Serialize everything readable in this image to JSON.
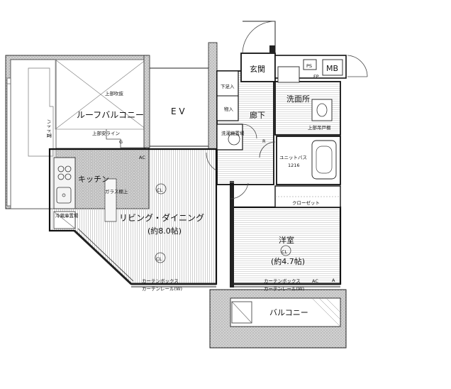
{
  "labels": {
    "roof_balcony": "ルーフバルコニー",
    "upper_atrium": "上部吹抜",
    "ev": "E V",
    "hatch": "ハトド置",
    "upper_safety_line": "上部安ライン",
    "entrance": "玄関",
    "ps": "PS",
    "mb": "MB",
    "shoe_box": "下足入",
    "storage": "物入",
    "corridor": "廊下",
    "washroom": "洗面所",
    "washer_space": "洗濯機置場",
    "unit_bath": "ユニットバス",
    "unit_bath_size": "1216",
    "upper_storage": "上部吊戸棚",
    "kitchen": "キッチン",
    "glass_note": "ガラス棚上",
    "fridge_space": "冷蔵庫置場",
    "living_dining": "リビング・ダイニング",
    "living_size": "(約8.0帖)",
    "closet": "クローゼット",
    "western_room": "洋室",
    "western_size": "(約4.7帖)",
    "curtain_box_left": "カーテンボックス",
    "curtain_rail_left": "カーテンレール(W)",
    "curtain_box_right": "カーテンボックス",
    "curtain_rail_right": "カーテンレール(W)",
    "balcony": "バルコニー",
    "cl_1": "CL",
    "cl_2": "CL",
    "cl_3": "CL",
    "ac_1": "AC",
    "ac_2": "AC",
    "fp": "FP",
    "r_mark": "R",
    "g_mark": "G",
    "a_mark": "A"
  }
}
